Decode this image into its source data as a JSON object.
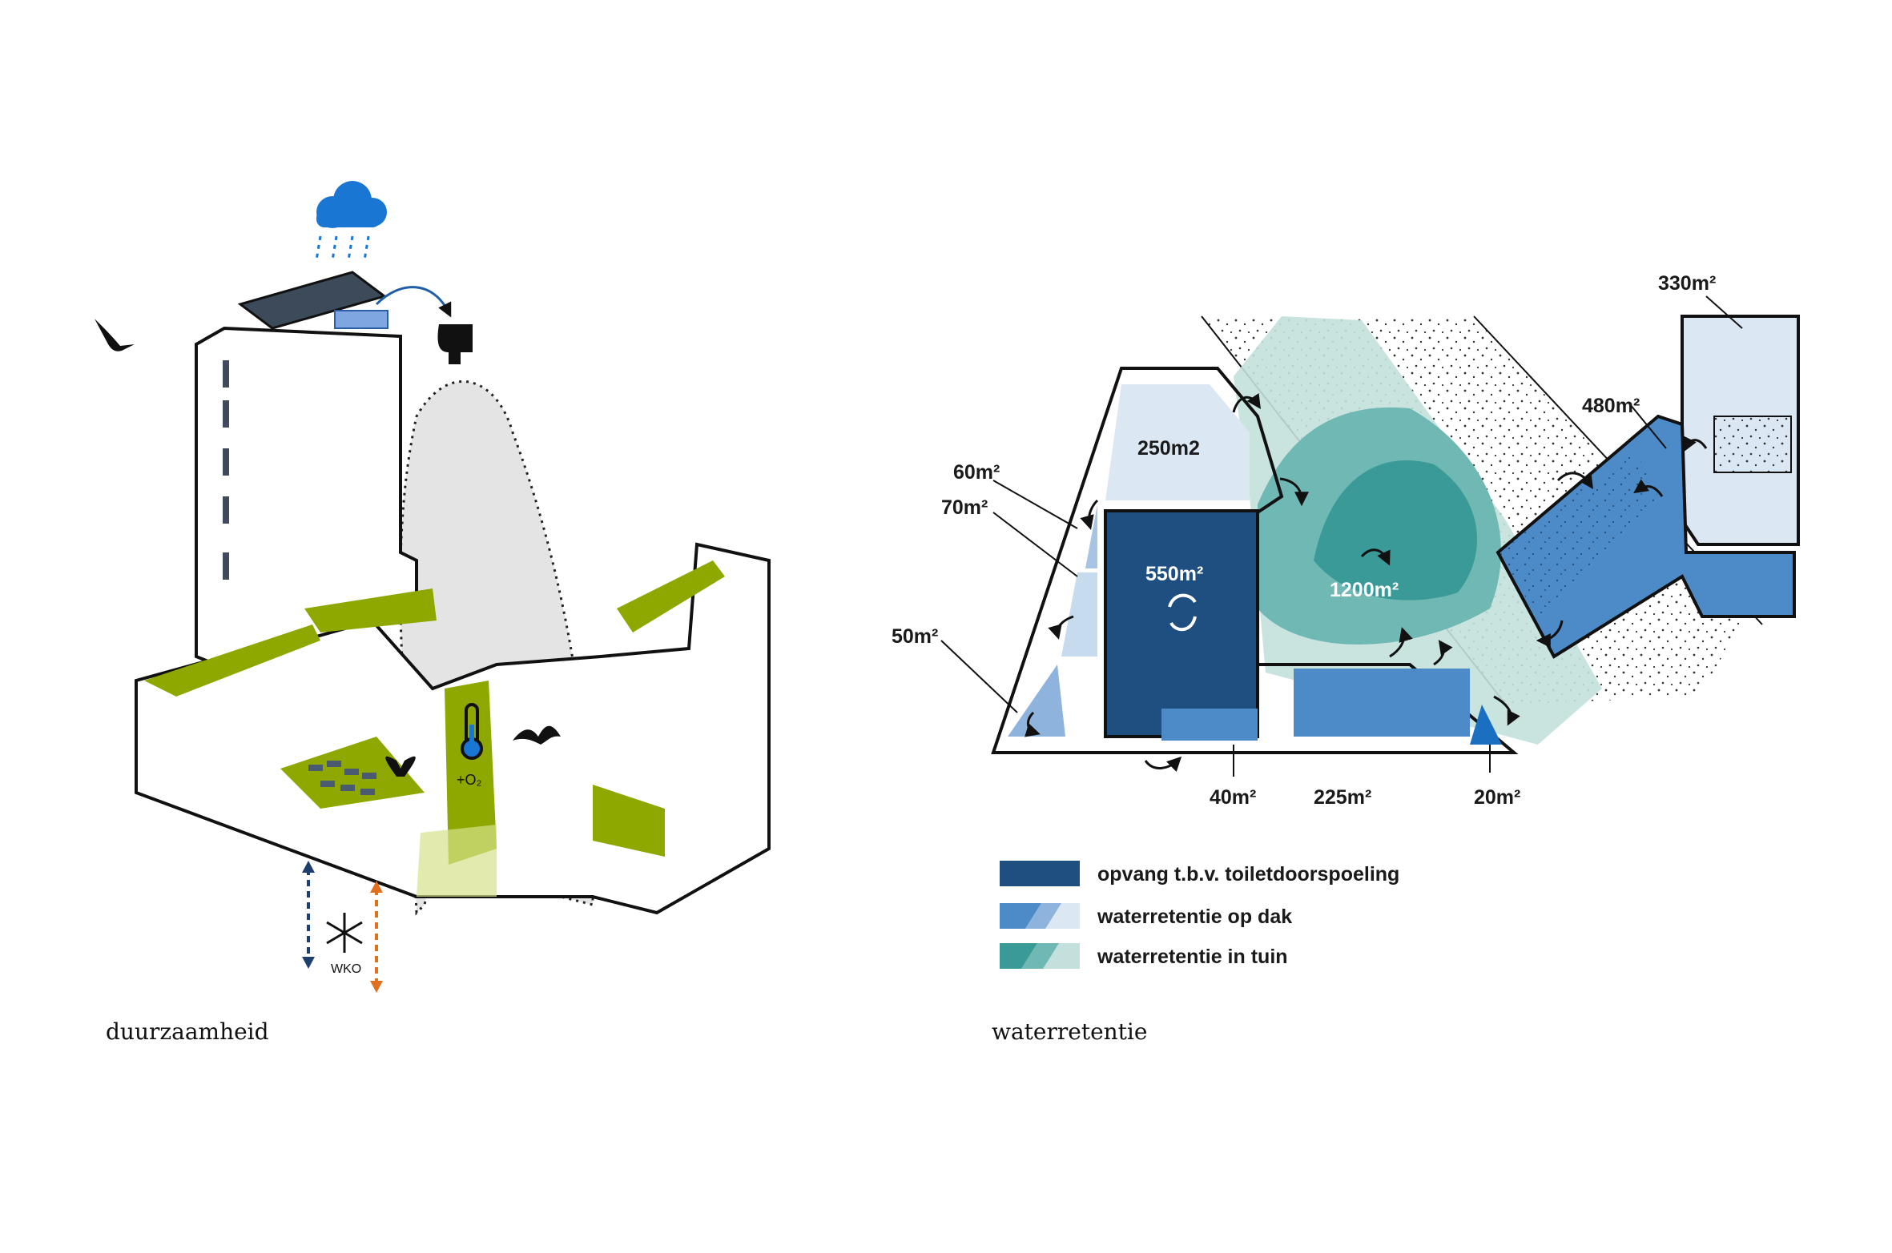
{
  "captions": {
    "left": "duurzaamheid",
    "right": "waterretentie"
  },
  "left_diagram": {
    "o2_label": "+O₂",
    "wko_label": "WKO"
  },
  "right_diagram": {
    "areas": {
      "a330": "330m²",
      "a480": "480m²",
      "a250": "250m2",
      "a60": "60m²",
      "a70": "70m²",
      "a550": "550m²",
      "a1200": "1200m²",
      "a50": "50m²",
      "a40": "40m²",
      "a225": "225m²",
      "a20": "20m²"
    }
  },
  "legend": [
    {
      "label": "opvang t.b.v. toiletdoorspoeling"
    },
    {
      "label": "waterretentie op dak"
    },
    {
      "label": "waterretentie in tuin"
    }
  ],
  "colors": {
    "dark_blue": "#1e4f80",
    "mid_blue": "#4d8ac8",
    "light_blue": "#dbe7f3",
    "teal_dark": "#3a9a98",
    "teal_mid": "#6fb8b4",
    "teal_light": "#c3e0dc",
    "green": "#8fa800",
    "rain_blue": "#1976d2",
    "orange": "#e07020"
  }
}
